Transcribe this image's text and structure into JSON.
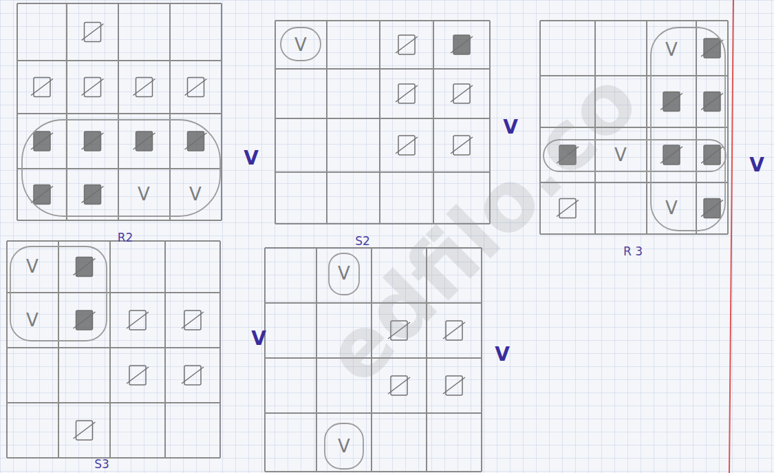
{
  "diagram": {
    "labels": [
      "V",
      "V",
      "V",
      "V",
      "V",
      "V",
      "V",
      "V",
      "V",
      "R2",
      "S2",
      "R 3",
      "V",
      "V",
      "V",
      "V",
      "V",
      "V",
      "S3",
      "edfilo.co"
    ]
  }
}
